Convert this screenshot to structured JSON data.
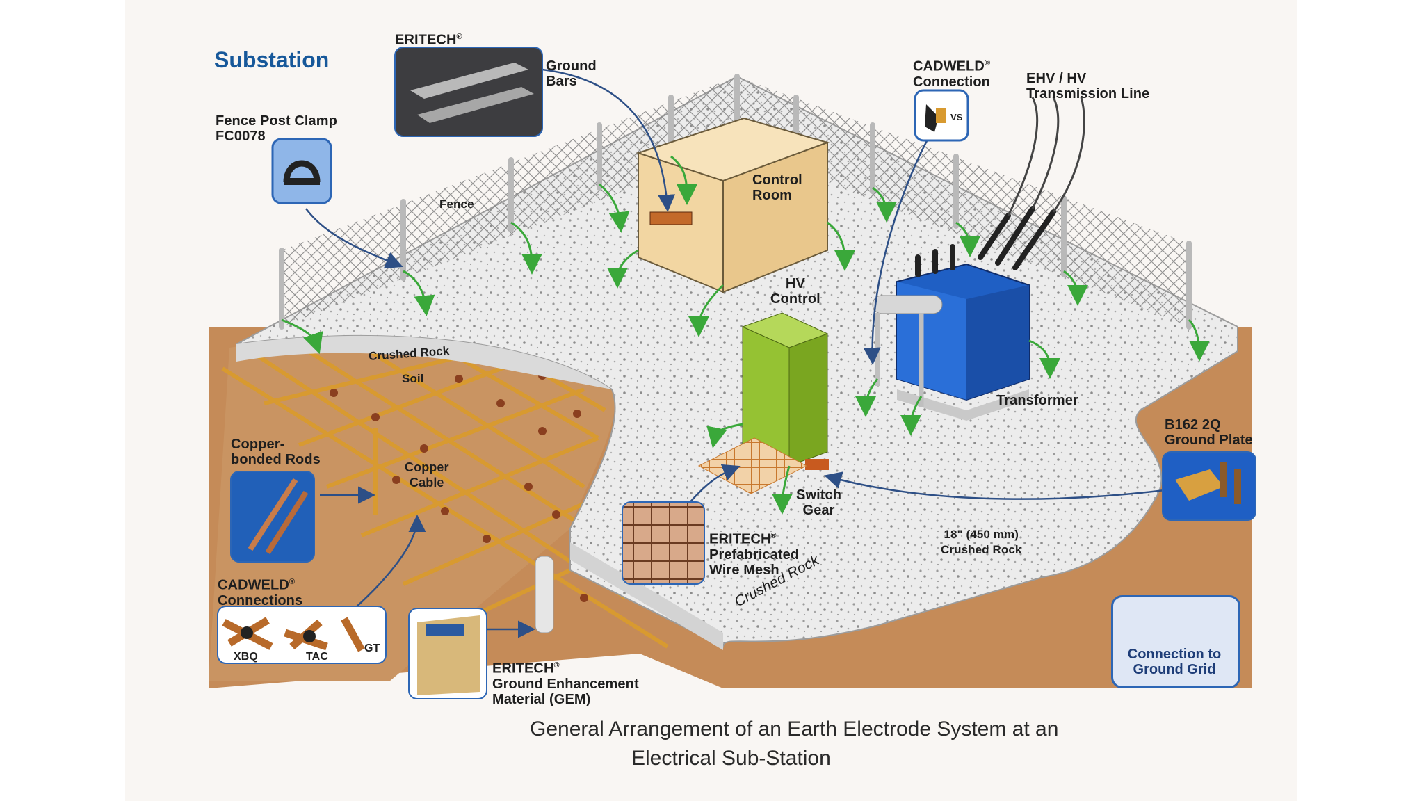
{
  "diagram": {
    "title": "Substation",
    "caption_line1": "General Arrangement of an Earth Electrode System at an",
    "caption_line2": "Electrical  Sub-Station",
    "labels": {
      "eritech_top": "ERITECH",
      "ground_bars_1": "Ground",
      "ground_bars_2": "Bars",
      "fence_post_clamp_1": "Fence Post Clamp",
      "fence_post_clamp_2": "FC0078",
      "fence": "Fence",
      "control_room_1": "Control",
      "control_room_2": "Room",
      "cadweld_top_1": "CADWELD",
      "cadweld_top_2": "Connection",
      "vs": "VS",
      "ehv_1": "EHV / HV",
      "ehv_2": "Transmission Line",
      "hv_control_1": "HV",
      "hv_control_2": "Control",
      "crushed_rock": "Crushed Rock",
      "soil": "Soil",
      "copper_cable_1": "Copper",
      "copper_cable_2": "Cable",
      "transformer": "Transformer",
      "b162_1": "B162 2Q",
      "b162_2": "Ground Plate",
      "copper_rods_1": "Copper-",
      "copper_rods_2": "bonded Rods",
      "switch_gear_1": "Switch",
      "switch_gear_2": "Gear",
      "rock_depth_1": "18\" (450 mm)",
      "rock_depth_2": "Crushed Rock",
      "eritech_mesh_1": "ERITECH",
      "eritech_mesh_2": "Prefabricated",
      "eritech_mesh_3": "Wire Mesh",
      "crushed_rock_edge": "Crushed Rock",
      "cadweld_conn_1": "CADWELD",
      "cadweld_conn_2": "Connections",
      "xbq": "XBQ",
      "tac": "TAC",
      "gt": "GT",
      "gem_1": "ERITECH",
      "gem_2": "Ground Enhancement",
      "gem_3": "Material (GEM)",
      "legend_1": "Connection to",
      "legend_2": "Ground Grid",
      "registered": "®"
    },
    "colors": {
      "title_blue": "#17589a",
      "ground_arrow_green": "#3aa83a",
      "copper_cable": "#d89a30",
      "soil": "#c48a55",
      "gravel": "#e6e6e6",
      "transformer_blue": "#1f5fc4",
      "switchgear_green": "#8fbf2a",
      "callout_box_blue": "#2d66b5"
    }
  }
}
